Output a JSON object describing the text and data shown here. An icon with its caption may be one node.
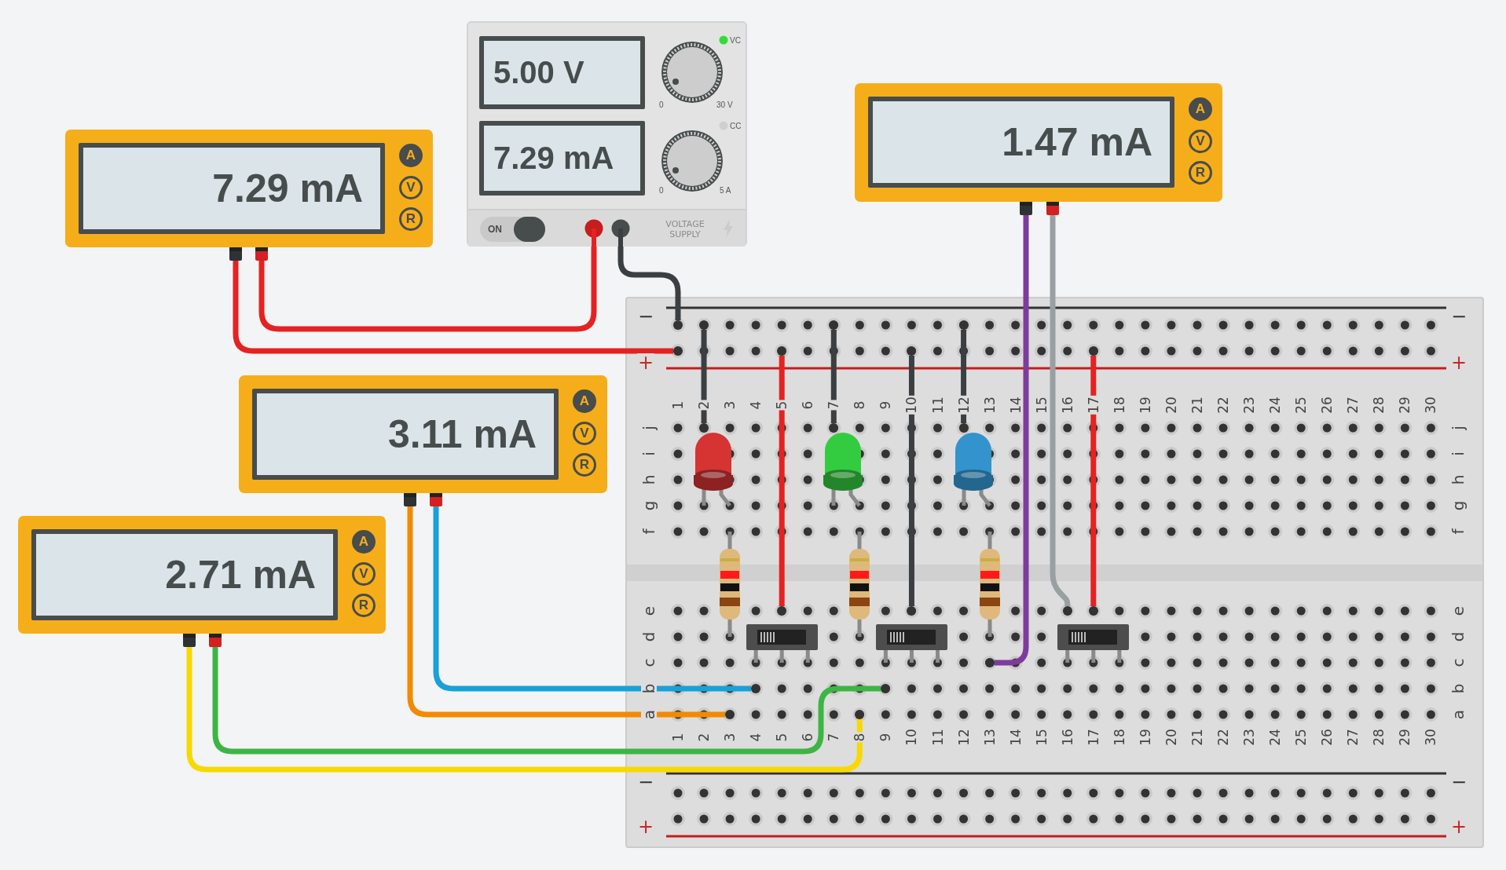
{
  "diagram": {
    "nodes": [
      {
        "text": [
          "5.00 V",
          "7.29 mA",
          "VC",
          "0",
          "30 V",
          "CC",
          "0",
          "5 A",
          "ON",
          "VOLTAGE SUPPLY"
        ]
      },
      {
        "text": [
          "1.47 mA",
          "A",
          "V",
          "R"
        ]
      },
      {
        "text": [
          "7.29 mA",
          "A",
          "V",
          "R"
        ]
      },
      {
        "text": [],
        "shape": "box"
      },
      {
        "text": [
          "3.11 mA",
          "A",
          "V",
          "R"
        ]
      },
      {
        "text": [
          "2.71 mA",
          "A",
          "V",
          "R"
        ]
      },
      {
        "text": [],
        "shape": "circle",
        "in": 3
      },
      {
        "text": [],
        "shape": "circle",
        "in": 3
      },
      {
        "text": [],
        "shape": "circle",
        "in": 3
      },
      {
        "text": [],
        "shape": "circle",
        "in": 3
      },
      {
        "text": [],
        "shape": "circle",
        "in": 3
      },
      {
        "text": [],
        "shape": "circle",
        "in": 3
      },
      {
        "text": [],
        "shape": "circle",
        "in": 3
      },
      {
        "text": [],
        "shape": "circle",
        "in": 3
      },
      {
        "text": [],
        "shape": "circle",
        "in": 3
      },
      {
        "text": [],
        "shape": "circle",
        "in": 3
      },
      {
        "text": [],
        "shape": "circle",
        "in": 3
      },
      {
        "text": [],
        "shape": "circle",
        "in": 3
      },
      {
        "text": [],
        "shape": "circle",
        "in": 3
      },
      {
        "text": [],
        "shape": "circle",
        "in": 3
      },
      {
        "text": [],
        "shape": "circle",
        "in": 3
      },
      {
        "text": [],
        "shape": "circle",
        "in": 3
      },
      {
        "text": [],
        "shape": "circle",
        "in": 3
      },
      {
        "text": [],
        "shape": "circle",
        "in": 3
      },
      {
        "text": [],
        "shape": "circle",
        "in": 3
      },
      {
        "text": [],
        "shape": "circle",
        "in": 3
      }
    ],
    "edges": [
      {
        "from": 0,
        "to": 2,
        "arrow": "none",
        "color": "#e52222"
      },
      {
        "from": 2,
        "to": 10,
        "arrow": "none",
        "color": "#e52222"
      },
      {
        "from": 0,
        "to": 6,
        "arrow": "none",
        "color": "#3b3f42"
      },
      {
        "from": 1,
        "to": 21,
        "arrow": "none",
        "color": "#7e3b9c"
      },
      {
        "from": 1,
        "to": 19,
        "arrow": "none",
        "color": "#9aa0a2"
      },
      {
        "from": 7,
        "to": 14,
        "arrow": "none",
        "color": "#3b3f42"
      },
      {
        "from": 8,
        "to": 15,
        "arrow": "none",
        "color": "#3b3f42"
      },
      {
        "from": 9,
        "to": 16,
        "arrow": "none",
        "color": "#3b3f42"
      },
      {
        "from": 11,
        "to": 17,
        "arrow": "none",
        "color": "#e52222"
      },
      {
        "from": 12,
        "to": 18,
        "arrow": "none",
        "color": "#3b3f42"
      },
      {
        "from": 13,
        "to": 20,
        "arrow": "none",
        "color": "#e52222"
      },
      {
        "from": 4,
        "to": 24,
        "arrow": "none",
        "color": "#f28a00"
      },
      {
        "from": 4,
        "to": 22,
        "arrow": "none",
        "color": "#1aa0d8"
      },
      {
        "from": 5,
        "to": 23,
        "arrow": "none",
        "color": "#3db544"
      },
      {
        "from": 5,
        "to": 25,
        "arrow": "none",
        "color": "#f7d900"
      }
    ],
    "labels": [
      "−",
      "−",
      "+",
      "+",
      "1",
      "2",
      "3",
      "4",
      "5",
      "6",
      "7",
      "8",
      "9",
      "10",
      "11",
      "12",
      "13",
      "14",
      "15",
      "16",
      "17",
      "18",
      "19",
      "20",
      "21",
      "22",
      "23",
      "24",
      "25",
      "26",
      "27",
      "28",
      "29",
      "30",
      "j",
      "j",
      "i",
      "i",
      "h",
      "h",
      "g",
      "g",
      "f",
      "f",
      "e",
      "e",
      "d",
      "d",
      "c",
      "c",
      "b",
      "b",
      "a",
      "a",
      "1",
      "2",
      "3",
      "4",
      "5",
      "6",
      "7",
      "8",
      "9",
      "10",
      "11",
      "12",
      "13",
      "14",
      "15",
      "16",
      "17",
      "18",
      "19",
      "20",
      "21",
      "22",
      "23",
      "24",
      "25",
      "26",
      "27",
      "28",
      "29",
      "30",
      "−",
      "−",
      "+",
      "+"
    ]
  }
}
